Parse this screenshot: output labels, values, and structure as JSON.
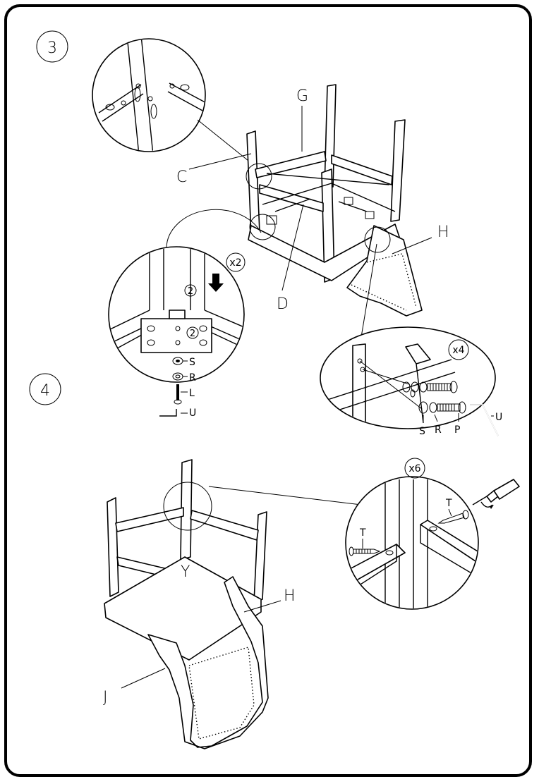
{
  "steps": {
    "step3": "3",
    "step4": "4",
    "detail_step": "2"
  },
  "quantities": {
    "bracket": "x2",
    "bolts": "x4",
    "screws": "x6"
  },
  "parts": {
    "C": "C",
    "G": "G",
    "D": "D",
    "H_top": "H",
    "S_left": "S",
    "R_left": "R",
    "L": "L",
    "U_left": "U",
    "S_right": "S",
    "R_right": "R",
    "P": "P",
    "U_right": "U",
    "Y": "Y",
    "H_bottom": "H",
    "J": "J",
    "T_left": "T",
    "T_right": "T"
  }
}
